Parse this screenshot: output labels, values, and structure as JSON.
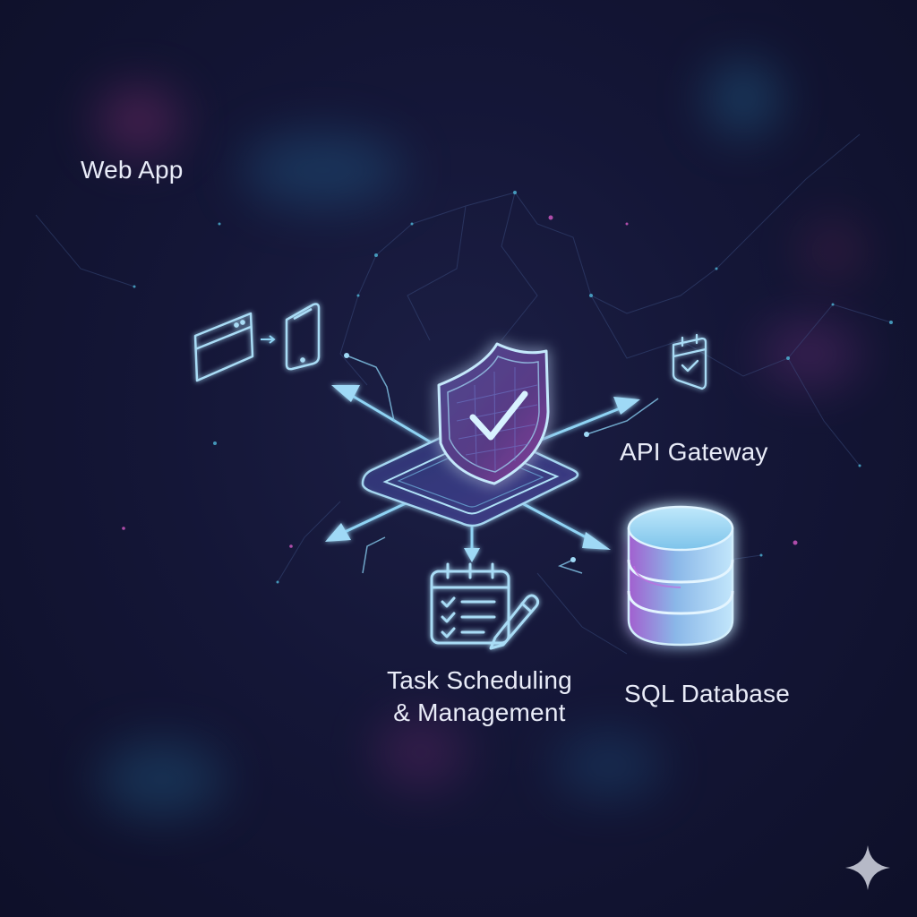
{
  "diagram": {
    "nodes": {
      "web_app": {
        "label": "Web App",
        "icon": "browser-window-icon"
      },
      "mobile": {
        "icon": "smartphone-icon"
      },
      "security_core": {
        "icon": "shield-check-icon"
      },
      "api_gateway": {
        "label": "API Gateway",
        "icon": "calendar-check-icon"
      },
      "task_scheduling": {
        "label_line1": "Task Scheduling",
        "label_line2": "& Management",
        "icon": "checklist-pencil-icon"
      },
      "sql_database": {
        "label": "SQL Database",
        "icon": "database-cylinder-icon"
      }
    },
    "colors": {
      "background": "#141637",
      "line_cyan": "#8fd3f4",
      "accent_magenta": "#c86be0",
      "text": "#e9ecf8"
    }
  }
}
